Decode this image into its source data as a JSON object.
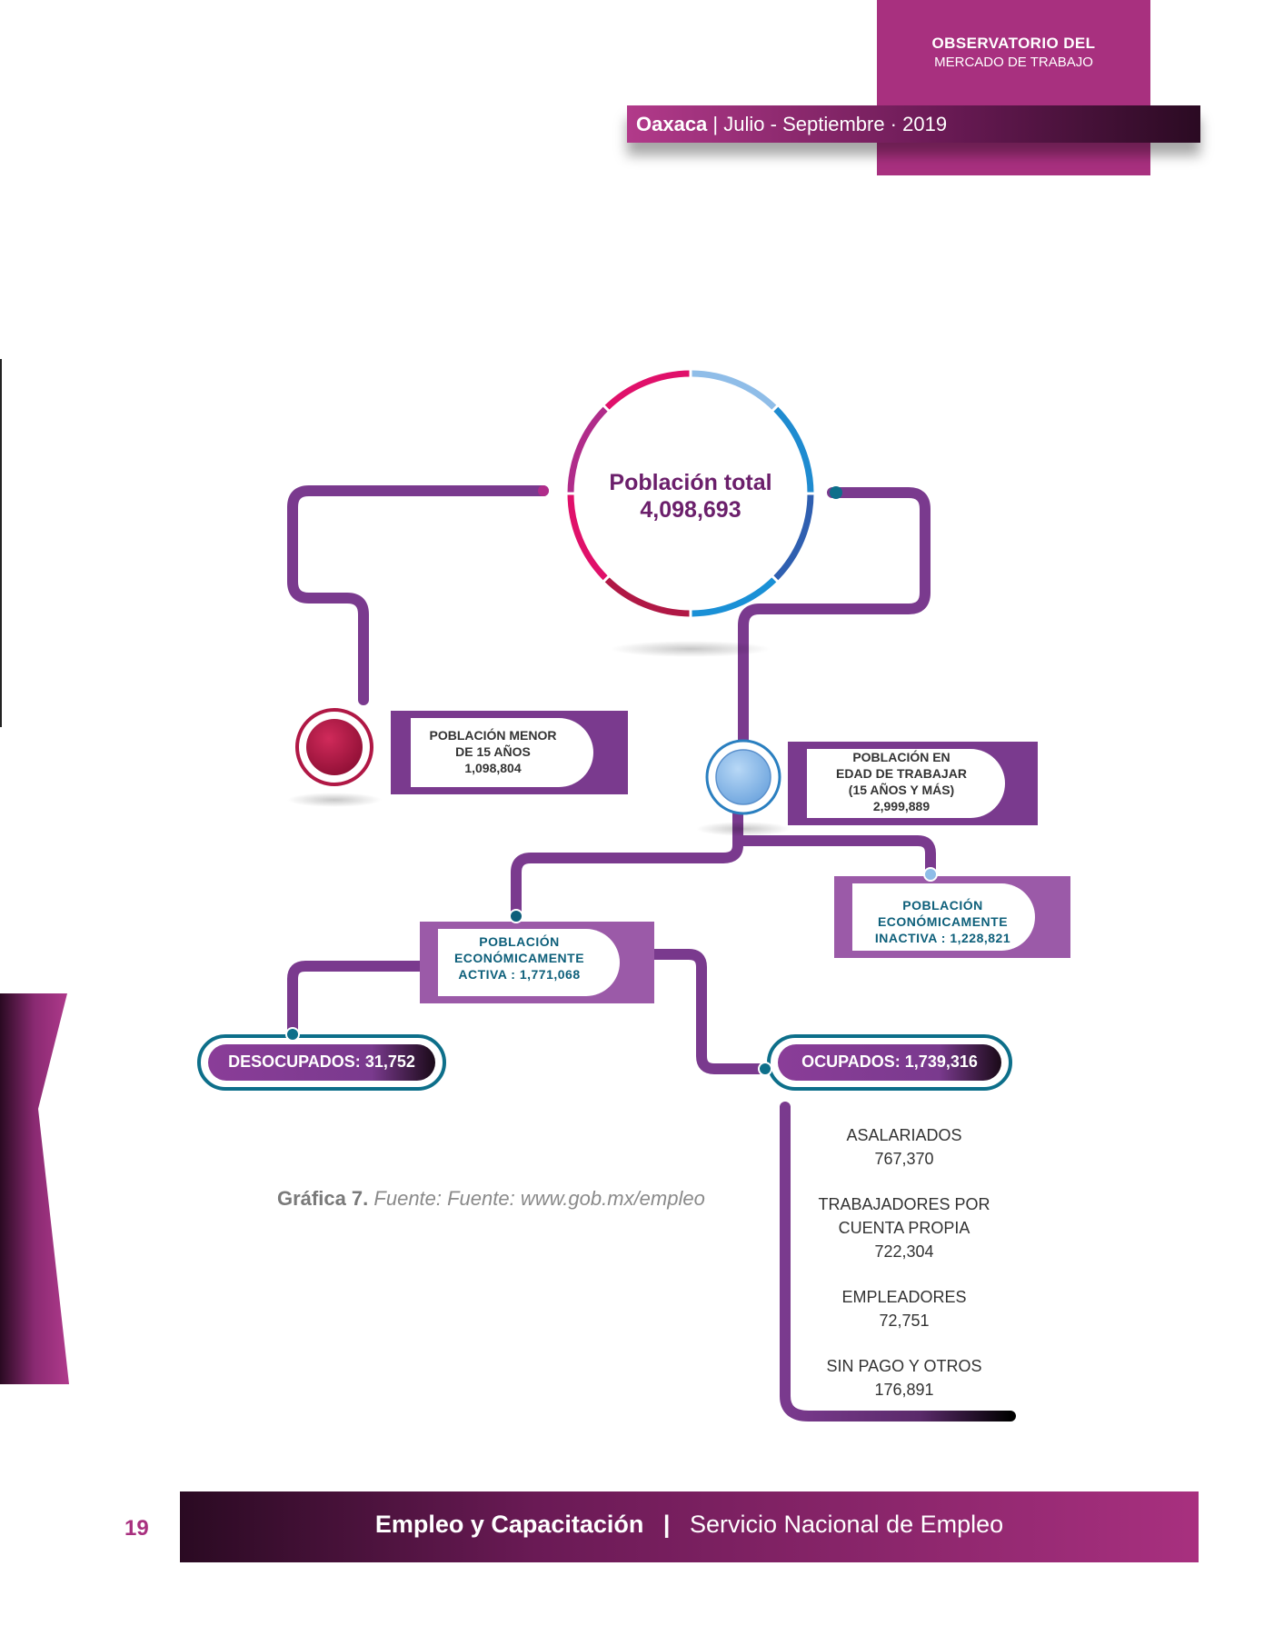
{
  "header": {
    "title_line1": "OBSERVATORIO DEL",
    "title_line2": "MERCADO DE TRABAJO",
    "state": "Oaxaca",
    "separator": "|",
    "period": "Julio - Septiembre · 2019"
  },
  "diagram": {
    "total": {
      "label": "Población total",
      "value": "4,098,693"
    },
    "menor_15": {
      "line1": "POBLACIÓN MENOR",
      "line2": "DE 15 AÑOS",
      "value": "1,098,804"
    },
    "edad_trabajar": {
      "line1": "POBLACIÓN EN",
      "line2": "EDAD DE TRABAJAR",
      "line3": "(15 AÑOS Y MÁS)",
      "value": "2,999,889"
    },
    "inactiva": {
      "line1": "POBLACIÓN",
      "line2": "ECONÓMICAMENTE",
      "line3": "INACTIVA :",
      "value": "1,228,821"
    },
    "activa": {
      "line1": "POBLACIÓN",
      "line2": "ECONÓMICAMENTE",
      "line3": "ACTIVA :",
      "value": "1,771,068"
    },
    "desocupados": {
      "label": "DESOCUPADOS:",
      "value": "31,752"
    },
    "ocupados": {
      "label": "OCUPADOS:",
      "value": "1,739,316"
    },
    "ocupados_breakdown": [
      {
        "line1": "ASALARIADOS",
        "line2": "",
        "value": "767,370"
      },
      {
        "line1": "TRABAJADORES POR",
        "line2": "CUENTA PROPIA",
        "value": "722,304"
      },
      {
        "line1": "EMPLEADORES",
        "line2": "",
        "value": "72,751"
      },
      {
        "line1": "SIN PAGO Y OTROS",
        "line2": "",
        "value": "176,891"
      }
    ]
  },
  "caption": {
    "label": "Gráfica 7.",
    "source_prefix": "Fuente: Fuente:",
    "source_url": "www.gob.mx/empleo"
  },
  "footer": {
    "page_number": "19",
    "title": "Empleo y Capacitación",
    "separator": "|",
    "subtitle": "Servicio Nacional de Empleo"
  },
  "colors": {
    "magenta": "#a8307f",
    "purple": "#7a3a8e",
    "dark_purple": "#6b1f6b",
    "teal": "#0d6f8a",
    "crimson": "#b01845",
    "light_blue": "#8fbde8"
  }
}
